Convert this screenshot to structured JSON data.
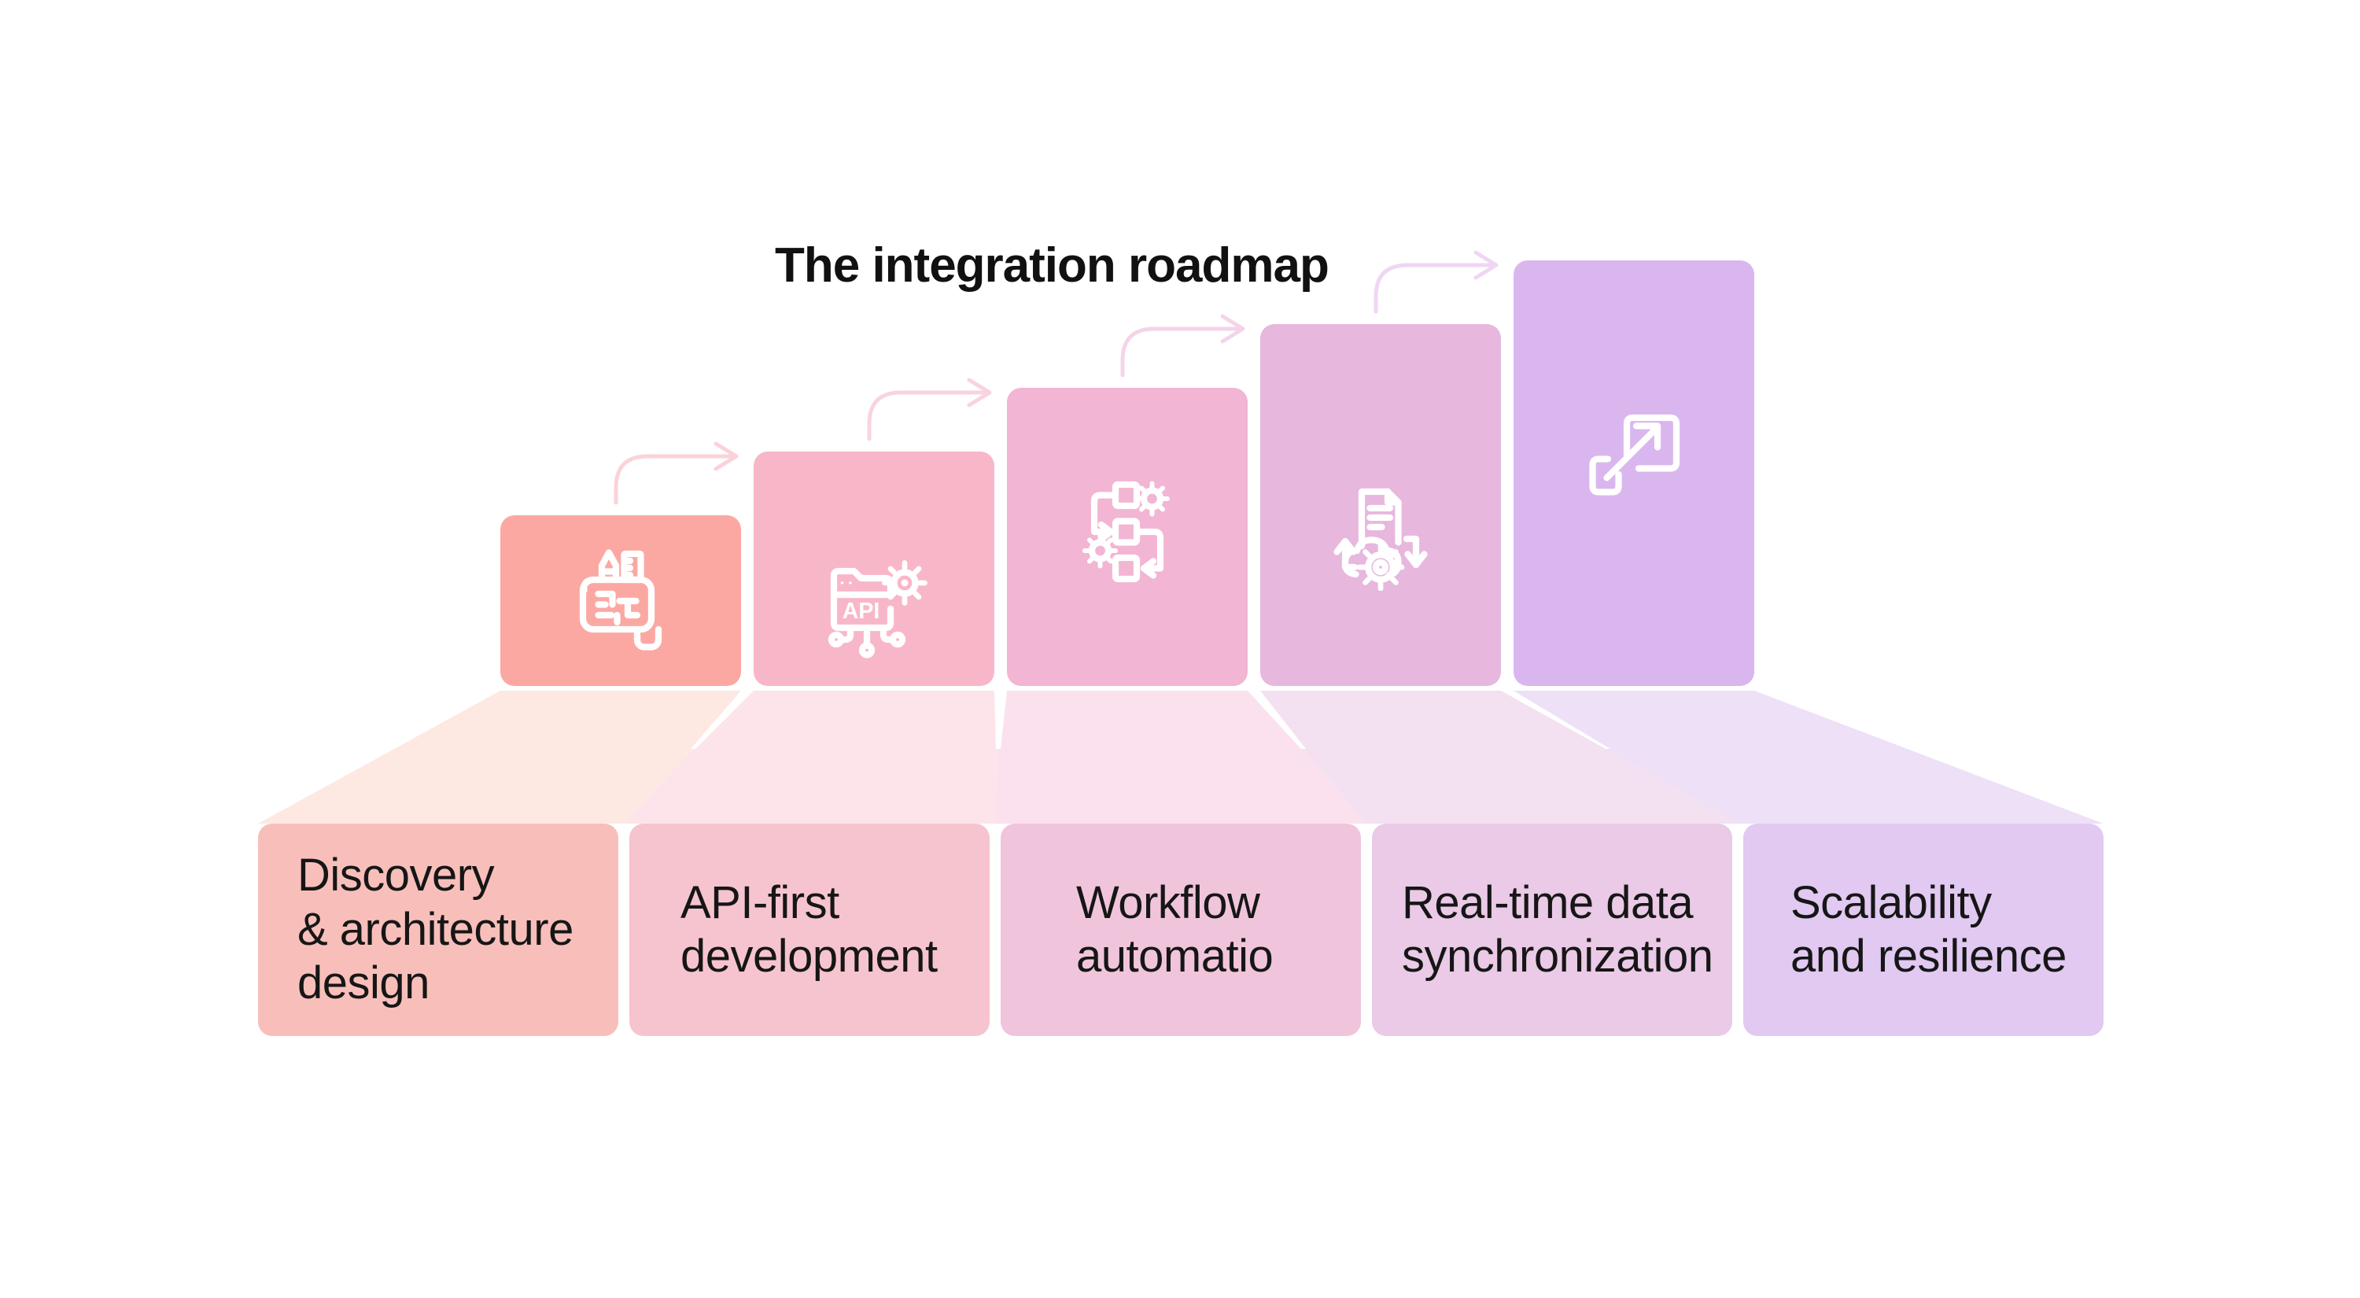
{
  "title": "The integration roadmap",
  "background_color": "#FFFFFF",
  "text_color": "#161616",
  "title_color": "#111111",
  "icon_stroke_color": "#FFFFFF",
  "steps": [
    {
      "label": "Discovery\n& architecture\ndesign",
      "icon": "blueprint-architecture-icon",
      "colors": {
        "stair": "#FBA8A3",
        "funnel": "#FDE9E1",
        "card": "#F8BFBA"
      }
    },
    {
      "label": "API-first\ndevelopment",
      "icon": "api-folder-gear-icon",
      "icon_text": "API",
      "colors": {
        "stair": "#F8B7C8",
        "funnel": "#FCE4EA",
        "card": "#F6C4CF"
      }
    },
    {
      "label": "Workflow\nautomatio",
      "icon": "workflow-automation-icon",
      "colors": {
        "stair": "#F2B5D3",
        "funnel": "#FBE1EE",
        "card": "#F0C5DB"
      }
    },
    {
      "label": "Real-time data\nsynchronization",
      "icon": "document-sync-gear-icon",
      "colors": {
        "stair": "#E7B7DE",
        "funnel": "#F3E0F1",
        "card": "#EACAE6"
      }
    },
    {
      "label": "Scalability\nand resilience",
      "icon": "scale-expand-icon",
      "colors": {
        "stair": "#DAB6EF",
        "funnel": "#EDE0F7",
        "card": "#E1C9F1"
      }
    }
  ],
  "arrows": [
    {
      "color": "#FAD3D8"
    },
    {
      "color": "#F8D3E2"
    },
    {
      "color": "#F4D4EA"
    },
    {
      "color": "#EFD6F3"
    }
  ]
}
